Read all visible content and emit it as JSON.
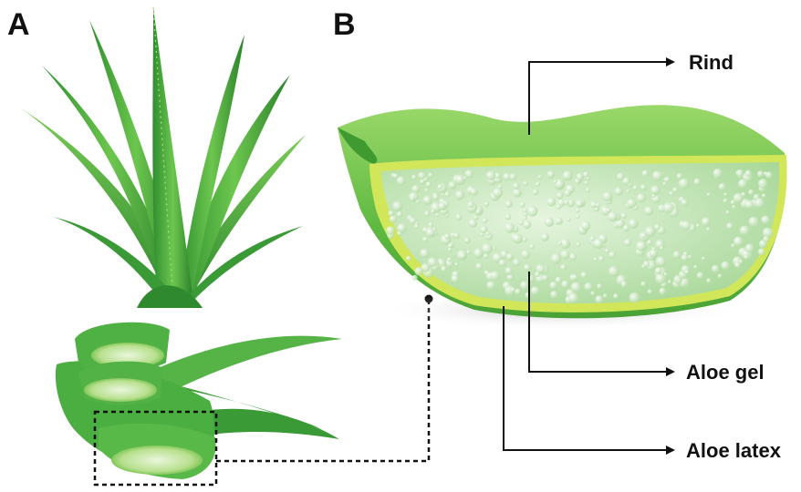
{
  "panels": {
    "a": {
      "label": "A"
    },
    "b": {
      "label": "B"
    }
  },
  "callouts": {
    "rind": "Rind",
    "gel": "Aloe gel",
    "latex": "Aloe latex"
  },
  "colors": {
    "leaf_dark": "#2e8b2e",
    "leaf_mid": "#4cb648",
    "leaf_light": "#8fd46a",
    "rind_outer": "#6cc24a",
    "latex_band": "#d6e85a",
    "gel": "#cfe9c4",
    "line": "#111111"
  }
}
